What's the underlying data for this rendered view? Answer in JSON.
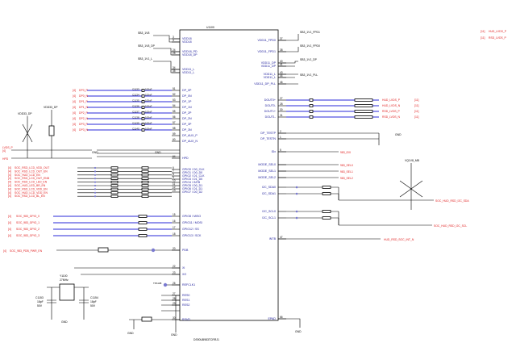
{
  "chip": {
    "refdes": "U1100",
    "part": "DS90UB983TCRRJ1",
    "left_pins": [
      {
        "num": "3",
        "name": "VDD18"
      },
      {
        "num": "4",
        "name": "VDD18"
      },
      {
        "num": "24",
        "name": "VDD18_PD"
      },
      {
        "num": "25",
        "name": "VDD18_DP"
      },
      {
        "num": "34",
        "name": "VDD11_L"
      },
      {
        "num": "35",
        "name": "VDD11_L"
      },
      {
        "num": "51",
        "name": "DP_0P"
      },
      {
        "num": "52",
        "name": "DP_0N"
      },
      {
        "num": "53",
        "name": "DP_1P"
      },
      {
        "num": "54",
        "name": "DP_1N"
      },
      {
        "num": "55",
        "name": "DP_2P"
      },
      {
        "num": "56",
        "name": "DP_2N"
      },
      {
        "num": "57",
        "name": "DP_3P"
      },
      {
        "num": "58",
        "name": "DP_3N"
      },
      {
        "num": "59",
        "name": "DP_AUX_P"
      },
      {
        "num": "60",
        "name": "DP_AUX_N"
      },
      {
        "num": "64",
        "name": "HPD"
      },
      {
        "num": "6",
        "name": "GPIO0 / D0_CLK"
      },
      {
        "num": "7",
        "name": "GPIO1 / D0_D0"
      },
      {
        "num": "8",
        "name": "GPIO2 / D1_CLK"
      },
      {
        "num": "9",
        "name": "GPIO3 / D1_D0"
      },
      {
        "num": "10",
        "name": "GPIO4 / INTB"
      },
      {
        "num": "11",
        "name": "GPIO5 / D0_D1"
      },
      {
        "num": "12",
        "name": "GPIO6 / D1_D1"
      },
      {
        "num": "13",
        "name": "GPIO7 / D0_D2"
      },
      {
        "num": "15",
        "name": "GPIO8 / MISO"
      },
      {
        "num": "16",
        "name": "GPIO11 / MOSI"
      },
      {
        "num": "17",
        "name": "GPIO12 / SS"
      },
      {
        "num": "18",
        "name": "GPIO13 / SCK"
      },
      {
        "num": "20",
        "name": "PDB"
      },
      {
        "num": "22",
        "name": "XI"
      },
      {
        "num": "23",
        "name": "XO"
      },
      {
        "num": "26",
        "name": "REFCLK1"
      },
      {
        "num": "27",
        "name": "RES0"
      },
      {
        "num": "28",
        "name": "RES1"
      },
      {
        "num": "29",
        "name": "RES2"
      },
      {
        "num": "30",
        "name": "RSVD"
      }
    ],
    "right_pins": [
      {
        "num": "37",
        "name": "VDD11_FPD0"
      },
      {
        "num": "38",
        "name": "VDD11_FPD1"
      },
      {
        "num": "40",
        "name": "VDD11_DP"
      },
      {
        "num": "41",
        "name": "VDD11_DP"
      },
      {
        "num": "43",
        "name": "VDD11_L"
      },
      {
        "num": "44",
        "name": "VDD11_L"
      },
      {
        "num": "46",
        "name": "VDD11_DP_PLL"
      },
      {
        "num": "27",
        "name": "DOUT0+"
      },
      {
        "num": "28",
        "name": "DOUT0-"
      },
      {
        "num": "30",
        "name": "DOUT1+"
      },
      {
        "num": "31",
        "name": "DOUT1-"
      },
      {
        "num": "2",
        "name": "DP_TESTP"
      },
      {
        "num": "1",
        "name": "DP_TESTN"
      },
      {
        "num": "5",
        "name": "IDx"
      },
      {
        "num": "",
        "name": "MODE_SEL0"
      },
      {
        "num": "",
        "name": "MODE_SEL1"
      },
      {
        "num": "",
        "name": "MODE_SEL2"
      },
      {
        "num": "",
        "name": "I2C_SDA0"
      },
      {
        "num": "",
        "name": "I2C_SDA1"
      },
      {
        "num": "",
        "name": "I2C_SCL0"
      },
      {
        "num": "",
        "name": "I2C_SCL1"
      },
      {
        "num": "47",
        "name": "INTB"
      },
      {
        "num": "66",
        "name": "EPAD"
      }
    ]
  },
  "power_left": [
    "SB3_1V8",
    "SB3_1V8_DP",
    "SB3_1V1_L"
  ],
  "power_right": [
    "SB3_1V1_FPD1",
    "SB3_1V1_FPD0",
    "SB3_1V1_DP",
    "SB3_1V1_PLL"
  ],
  "dp_nets_left": [
    "DP0_P",
    "DP0_N",
    "DP1_P",
    "DP1_N",
    "DP2_P",
    "DP2_N",
    "DP3_P",
    "DP3_N"
  ],
  "dp_cap_labels": [
    "C1133",
    "C1134",
    "C1135",
    "C1136",
    "C1137",
    "C1138",
    "C1139",
    "C1140"
  ],
  "gpio_nets_left": [
    "SOC_RSD_LCD_VDD_OUT",
    "SOC_RSD_LCD_OUT_EN",
    "SOC_HUD_LCD_EN",
    "SOC_RSD_LCD_OUT_ENB",
    "SOC_RSD_LCD_LED_EN",
    "SOC_HUD_LED_BR_EN",
    "SOC_RSD_LCD_VDD_EN",
    "SOC_HUD_LCD_VDD_EN",
    "SOC_RSD_LCD_BL_EN"
  ],
  "soc_gpio_nets": [
    "SOC_983_GPIO_0",
    "SOC_983_GPIO_1",
    "SOC_983_GPIO_2",
    "SOC_983_GPIO_3"
  ],
  "pdb_net": "SOC_983_PDB_PWR_EN",
  "crystal": {
    "ref": "Y1100",
    "freq": "27MHz",
    "c_left": "C1153",
    "c_right": "C1154",
    "c_val": "18pF",
    "c_volt": "50V"
  },
  "lvds_out": [
    "HUD_LVDS_P",
    "HUD_LVDS_N",
    "RSD_LVDS_P",
    "RSD_LVDS_N"
  ],
  "lvds_page_refs": [
    "[11]",
    "[11]",
    "[11]",
    "[11]"
  ],
  "right_top_refs": [
    {
      "ref": "[11]",
      "net": "HUD_LVDS_P"
    },
    {
      "ref": "[11]",
      "net": "RSD_LVDS_P"
    }
  ],
  "i2c_nets": [
    "SOC_HUD_RSD_I2C_SDA",
    "SOC_HUD_RSD_I2C_SCL"
  ],
  "intb_net": "HUD_RSD_SOC_INT_N",
  "idx_net": "983_IDX",
  "mode_nets": [
    "983_SEL0",
    "983_SEL1",
    "983_SEL2"
  ],
  "vdd_labels": [
    "VDD33_DP",
    "VDD33_DP",
    "VQ1V8_MB",
    "VQ1V8_MB"
  ],
  "gnd": "GND",
  "cap_value": "100nF",
  "res_value": "0Ω",
  "left_refs": "[4]",
  "misc": {
    "hpd": "HPD",
    "lvds_p": "LVDS_P",
    "lvds_n": "LVDS_N",
    "tp_refclk": "TP1108",
    "freq_label": "27MHz"
  }
}
